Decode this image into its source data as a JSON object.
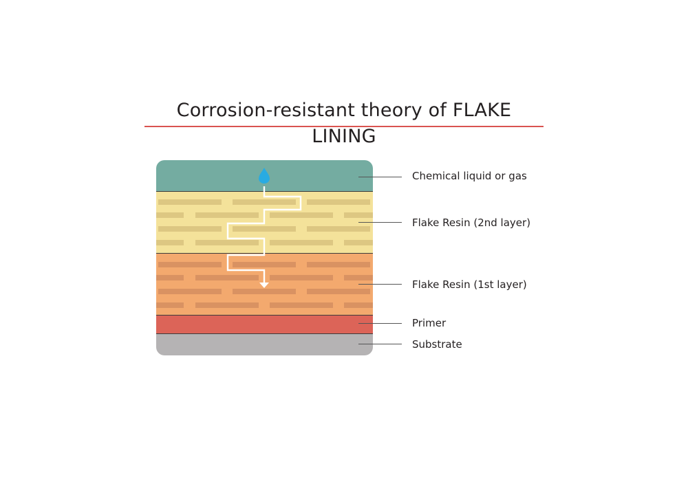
{
  "title": "Corrosion-resistant theory of FLAKE LINING",
  "colors": {
    "title_underline": "#d9534f",
    "chemical": "#74aca1",
    "flake_resin_2nd": "#f4e29a",
    "flake_resin_2nd_flakes": "#ddc782",
    "flake_resin_1st": "#f3a96e",
    "flake_resin_1st_flakes": "#d99262",
    "primer": "#dc6458",
    "substrate": "#b5b3b4",
    "droplet": "#29abe2",
    "path": "#ffffff"
  },
  "layers": [
    {
      "id": "chemical",
      "label": "Chemical liquid or gas"
    },
    {
      "id": "flake2",
      "label": "Flake Resin (2nd layer)"
    },
    {
      "id": "flake1",
      "label": "Flake Resin (1st layer)"
    },
    {
      "id": "primer",
      "label": "Primer"
    },
    {
      "id": "substrate",
      "label": "Substrate"
    }
  ],
  "icons": {
    "droplet": "water-drop-icon",
    "arrow": "arrow-down-icon"
  }
}
